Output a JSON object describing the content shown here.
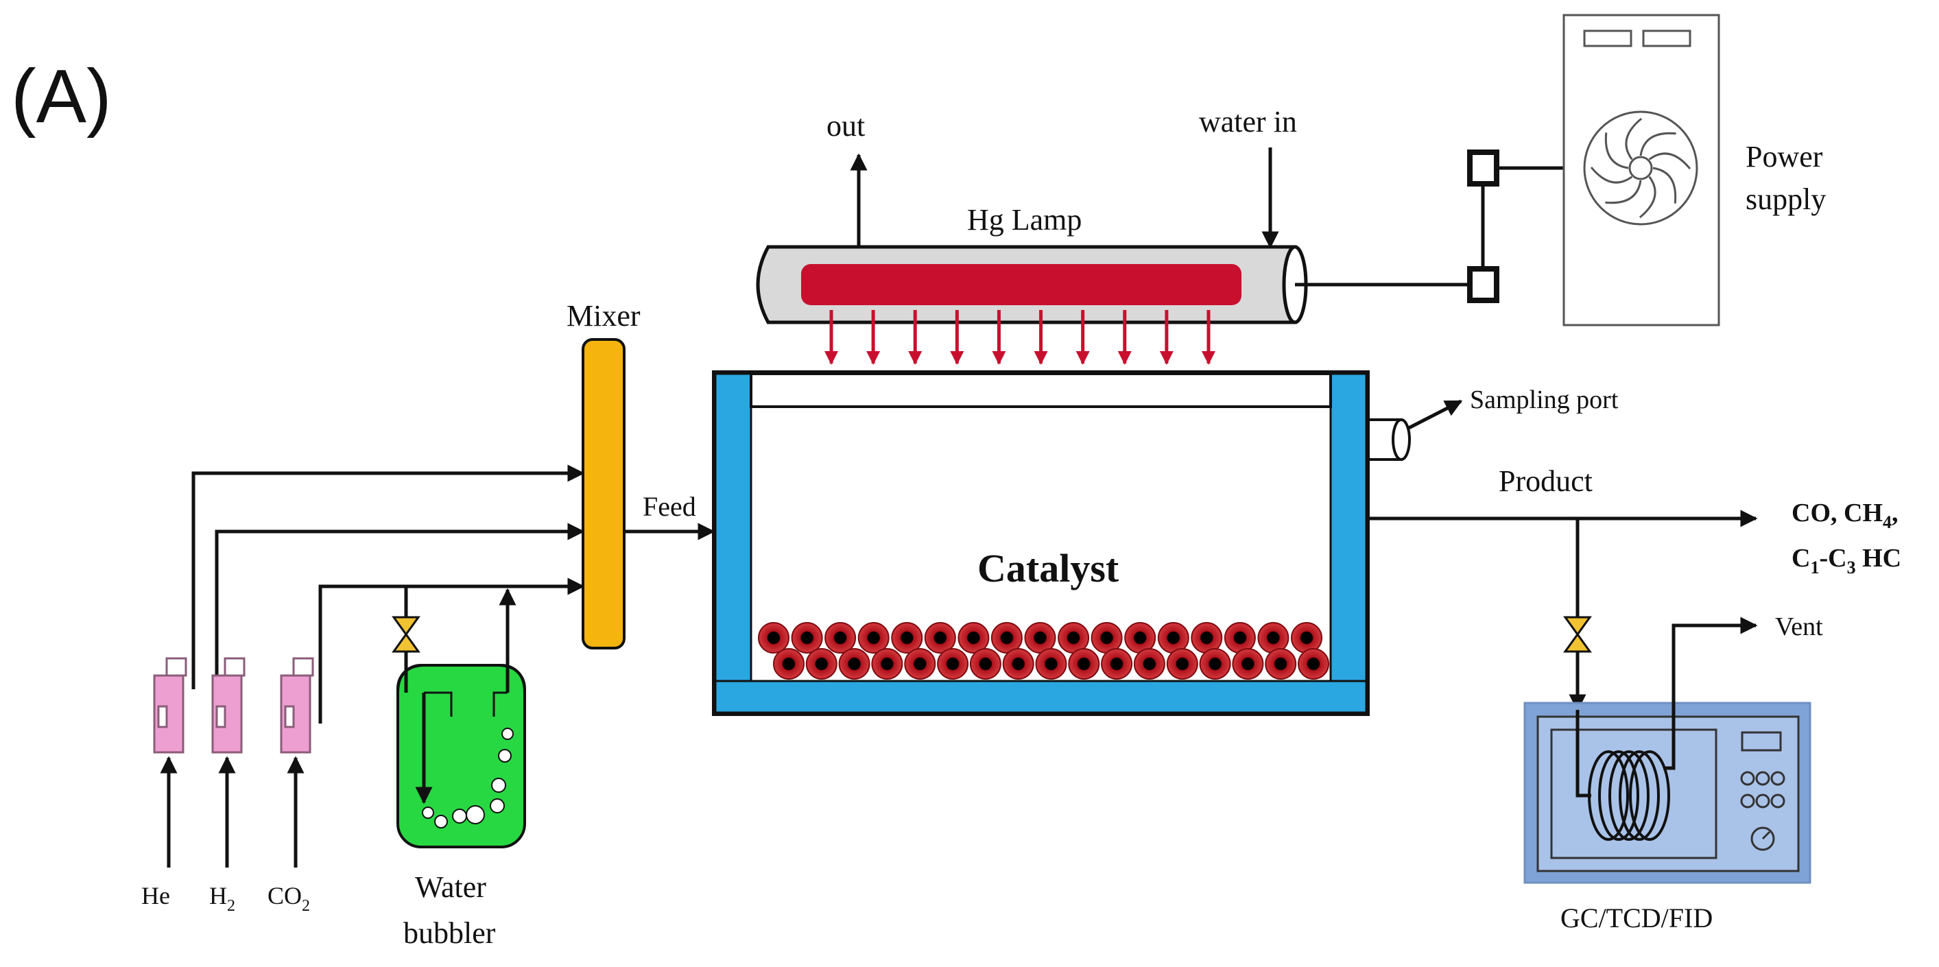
{
  "panel_label": "(A)",
  "lamp": {
    "name": "Hg Lamp",
    "out_label": "out",
    "water_in_label": "water in",
    "rays": 10
  },
  "power_supply": {
    "line1": "Power",
    "line2": "supply"
  },
  "mixer_label": "Mixer",
  "feed_label": "Feed",
  "reactor": {
    "catalyst_label": "Catalyst",
    "sampling_label": "Sampling port",
    "pellet_count": 34
  },
  "product": {
    "label": "Product",
    "line1": "CO, CH4,",
    "line2": "C1-C3 HC",
    "vent_label": "Vent",
    "analyzer_label": "GC/TCD/FID"
  },
  "gases": [
    {
      "name": "He",
      "main": "He",
      "sub": ""
    },
    {
      "name": "H2",
      "main": "H",
      "sub": "2"
    },
    {
      "name": "CO2",
      "main": "CO",
      "sub": "2"
    }
  ],
  "bubbler": {
    "line1": "Water",
    "line2": "bubbler"
  },
  "colors": {
    "reactor_wall": "#2aa7e0",
    "lamp_body": "#d9d9d9",
    "lamp_element": "#c8102e",
    "mixer": "#f5b50e",
    "bubbler": "#27d843",
    "cylinder": "#ee9fd2",
    "valve": "#f1c232",
    "gc_outer": "#7fa3d6",
    "gc_inner": "#a9c2e8",
    "pellet": "#b0121c"
  }
}
